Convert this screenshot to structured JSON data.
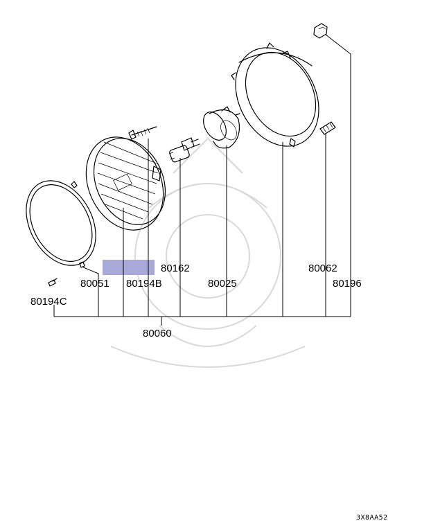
{
  "labels": {
    "p80162": "80162",
    "p80062": "80062",
    "p80051": "80051",
    "p80194b": "80194B",
    "p80025": "80025",
    "p80196": "80196",
    "p80194c": "80194C",
    "p80060": "80060"
  },
  "code": "3X8AA52",
  "colors": {
    "highlight": "#a9a9d9",
    "ink": "#000000",
    "watermark": "#d9d9d9"
  }
}
